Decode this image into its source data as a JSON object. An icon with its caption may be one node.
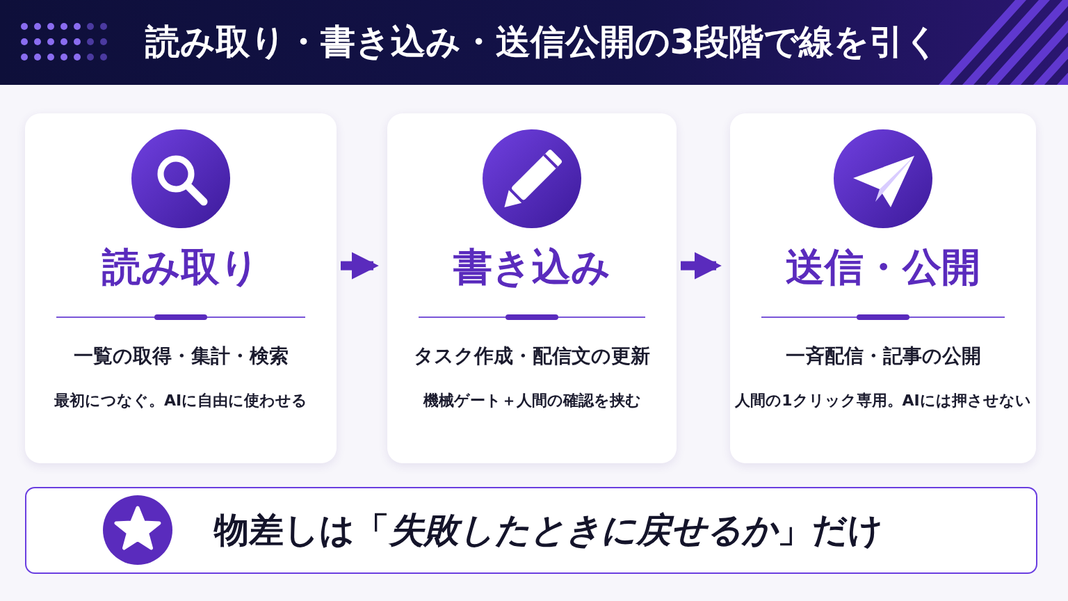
{
  "diagram": {
    "title": "読み取り・書き込み・送信公開の3段階で線を引く",
    "nodes": [
      {
        "text": [
          "読み取り",
          "一覧の取得・集計・検索",
          "最初につなぐ。AIに自由に使わせる"
        ]
      },
      {
        "text": [
          "書き込み",
          "タスク作成・配信文の更新",
          "機械ゲート＋人間の確認を挟む"
        ]
      },
      {
        "text": [
          "送信・公開",
          "一斉配信・記事の公開",
          "人間の1クリック専用。AIには押させない"
        ]
      },
      {
        "text": [
          "物差しは「*失敗したときに戻せるか*」だけ"
        ]
      }
    ],
    "edges": [
      {
        "from": 0,
        "to": 1,
        "arrow": "to"
      },
      {
        "from": 1,
        "to": 2,
        "arrow": "to"
      }
    ]
  }
}
